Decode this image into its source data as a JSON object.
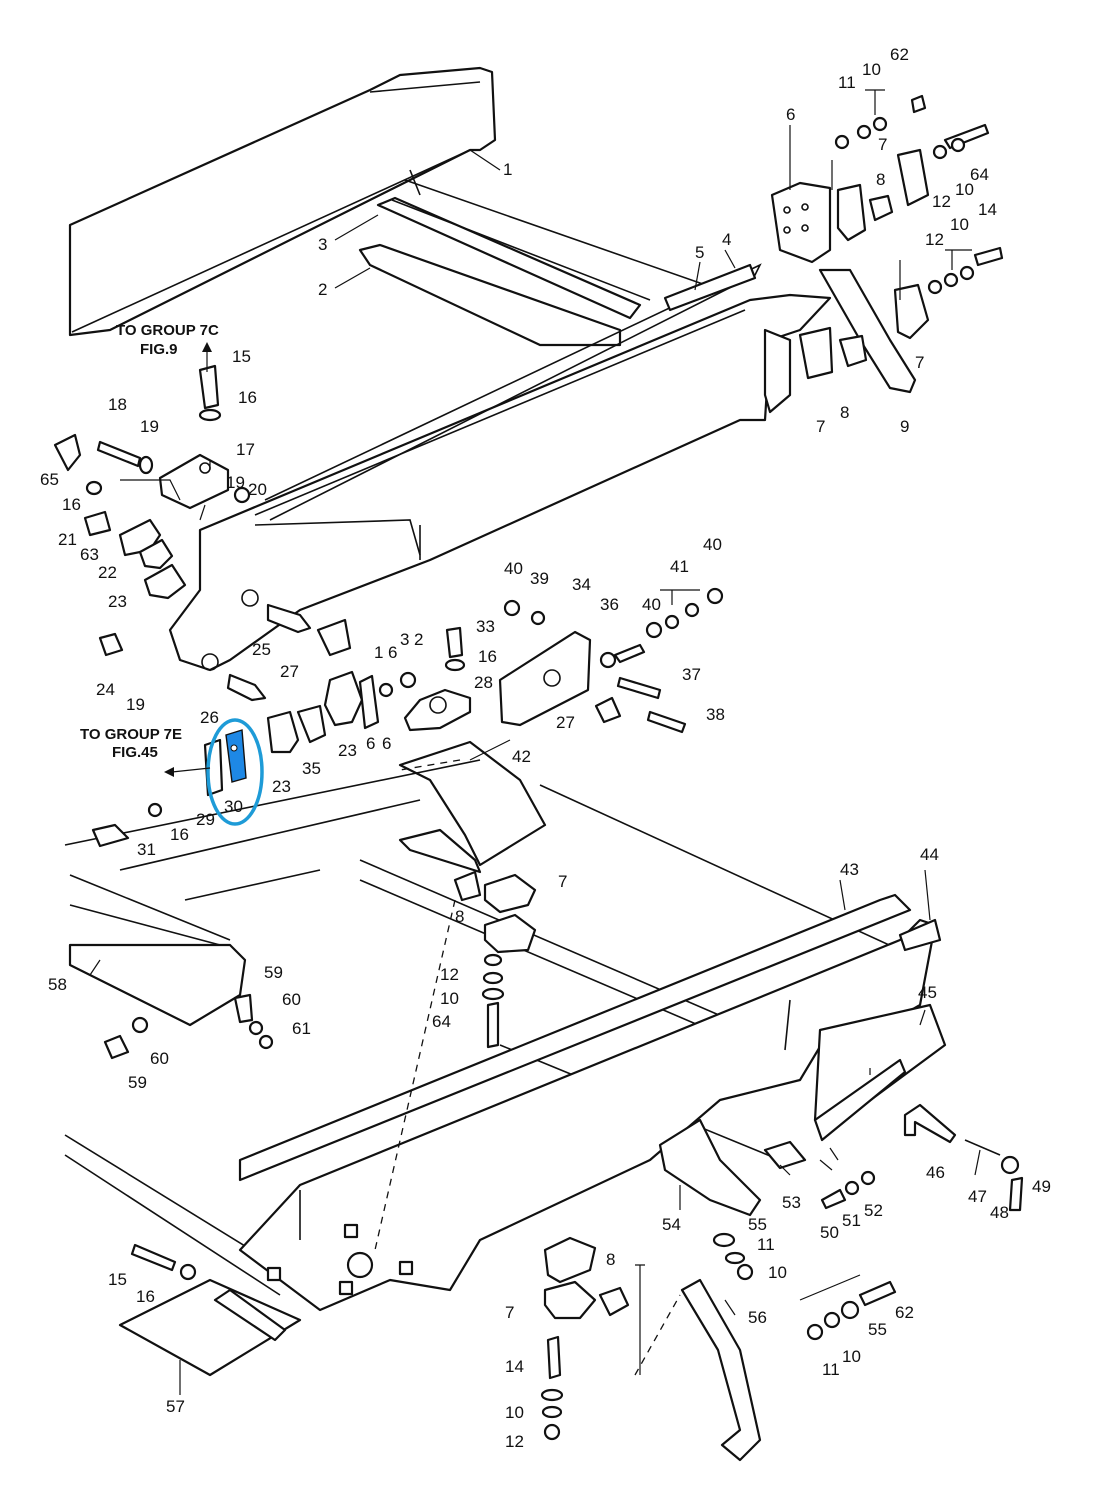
{
  "notes": {
    "group_7c_line1": "TO GROUP 7C",
    "group_7c_line2": "FIG.9",
    "group_7e_line1": "TO GROUP 7E",
    "group_7e_line2": "FIG.45"
  },
  "highlight": {
    "part": "30",
    "color": "#1e88e5",
    "ring_color": "#1e9bd7"
  },
  "callouts": [
    "1",
    "2",
    "3",
    "4",
    "5",
    "6",
    "7",
    "8",
    "9",
    "10",
    "11",
    "12",
    "14",
    "15",
    "16",
    "17",
    "18",
    "19",
    "20",
    "21",
    "22",
    "23",
    "24",
    "25",
    "26",
    "27",
    "28",
    "29",
    "30",
    "31",
    "33",
    "34",
    "35",
    "36",
    "37",
    "38",
    "39",
    "40",
    "41",
    "42",
    "43",
    "44",
    "45",
    "46",
    "47",
    "48",
    "49",
    "50",
    "51",
    "52",
    "53",
    "54",
    "55",
    "56",
    "57",
    "58",
    "59",
    "60",
    "61",
    "62",
    "63",
    "64",
    "65"
  ]
}
